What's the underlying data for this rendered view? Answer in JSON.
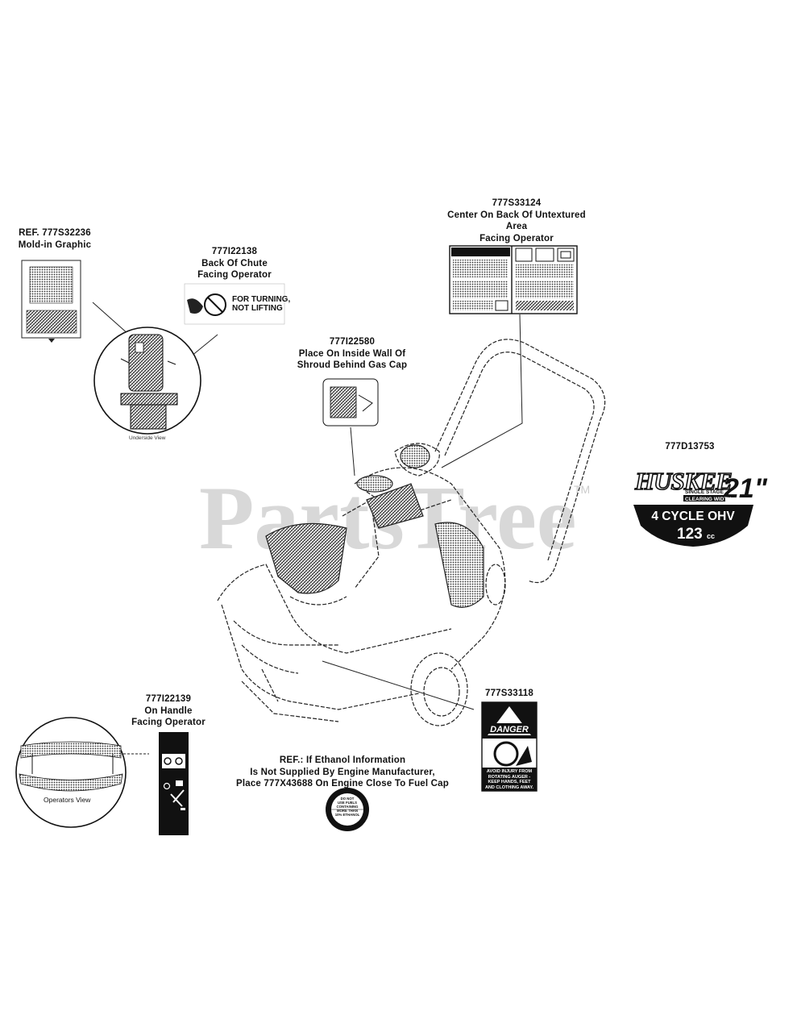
{
  "callouts": {
    "ref_mold": {
      "id": "REF. 777S32236",
      "lines": [
        "Mold-in Graphic"
      ]
    },
    "chute": {
      "id": "777I22138",
      "lines": [
        "Back Of Chute",
        "Facing Operator"
      ]
    },
    "dash": {
      "id": "777S33124",
      "lines": [
        "Center On Back Of Untextured",
        "Area",
        "Facing Operator"
      ]
    },
    "shroud": {
      "id": "777I22580",
      "lines": [
        "Place On Inside Wall Of",
        "Shroud Behind Gas Cap"
      ]
    },
    "brand": {
      "id": "777D13753"
    },
    "handle": {
      "id": "777I22139",
      "lines": [
        "On Handle",
        "Facing Operator"
      ]
    },
    "danger": {
      "id": "777S33118"
    },
    "ethanol": {
      "lines": [
        "REF.: If Ethanol Information",
        "Is Not Supplied By Engine Manufacturer,",
        "Place 777X43688 On Engine Close To Fuel Cap"
      ]
    }
  },
  "decals": {
    "chute_warning": [
      "FOR TURNING,",
      "NOT LIFTING"
    ],
    "brand_name": "HUSKEE",
    "brand_size": "21\"",
    "brand_sub": [
      "SINGLE STAGE",
      "CLEARING WIDTH"
    ],
    "engine": "4 CYCLE OHV",
    "displacement": "123",
    "displacement_unit": "cc",
    "danger_header": "DANGER",
    "danger_text": [
      "AVOID INJURY FROM",
      "ROTATING AUGER -",
      "KEEP HANDS, FEET",
      "AND CLOTHING AWAY."
    ],
    "fuel_cap_text": [
      "DO NOT",
      "USE FUELS",
      "CONTAINING",
      "MORE THAN",
      "10% ETHANOL"
    ]
  },
  "views": {
    "underside": "Underside View",
    "operators": "Operators View"
  },
  "watermark": {
    "text": "PartsTree",
    "tm": "TM"
  }
}
